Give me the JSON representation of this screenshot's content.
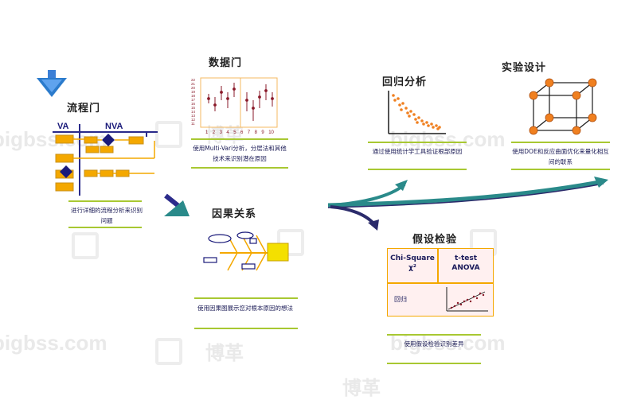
{
  "watermark": {
    "text": "bigbss.com",
    "logo": "博革"
  },
  "process_gate": {
    "title": "流程门",
    "va_label": "VA",
    "nva_label": "NVA",
    "desc": "进行详细的流程分析来识别问题"
  },
  "data_gate": {
    "title": "数据门",
    "desc": "使用Multi-Vari分析，分层法和其他技术来识别潜在原因",
    "y_ticks": [
      "22",
      "21",
      "20",
      "19",
      "18",
      "17",
      "16",
      "15",
      "14",
      "13",
      "12",
      "11"
    ],
    "x_ticks": [
      "1",
      "2",
      "3",
      "4",
      "5",
      "6",
      "7",
      "8",
      "9",
      "10"
    ]
  },
  "cause_effect": {
    "title": "因果关系",
    "desc": "使用因果图展示您对根本原因的想法"
  },
  "regression": {
    "title": "回归分析",
    "desc": "通过使用统计学工具验证根部原因"
  },
  "doe": {
    "title": "实验设计",
    "desc": "使用DOE和反应曲面优化来量化相互间的联系"
  },
  "hypothesis": {
    "title": "假设检验",
    "cell_chi": "Chi-Square",
    "cell_chi_sym": "χ²",
    "cell_ttest": "t-test",
    "cell_anova": "ANOVA",
    "cell_reg": "回归",
    "desc": "使用假设检验识别差异"
  },
  "colors": {
    "accent_green": "#a8c832",
    "box_orange": "#f4a800",
    "dot_orange": "#f08020",
    "chart_border": "#f4b860",
    "arrow_teal": "#2a8a8a",
    "arrow_navy": "#2b2b6b",
    "process_line": "#2a2a8a"
  }
}
